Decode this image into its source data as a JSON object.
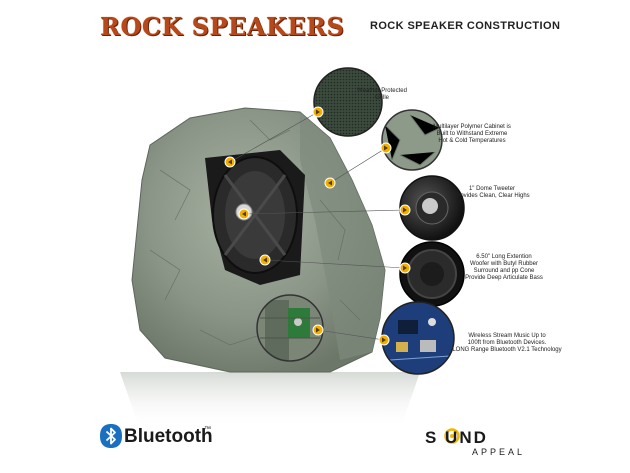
{
  "header": {
    "title": "ROCK SPEAKERS",
    "subtitle": "ROCK SPEAKER CONSTRUCTION"
  },
  "callouts": [
    {
      "id": "grille",
      "lines": [
        "Weather Protected",
        "Grille"
      ]
    },
    {
      "id": "cabinet",
      "lines": [
        "Multilayer Polymer Cabinet is",
        "Built to Withstand Extreme",
        "Hot & Cold Temperatures"
      ]
    },
    {
      "id": "tweeter",
      "lines": [
        "1\" Dome Tweeter",
        "Provides Clean, Clear Highs"
      ]
    },
    {
      "id": "woofer",
      "lines": [
        "6.50\" Long Extention",
        "Woofer with Butyl Rubber",
        "Surround and pp Cone",
        "Provide Deep Articulate Bass"
      ]
    },
    {
      "id": "bluetooth",
      "lines": [
        "Wireless Stream Music Up to",
        "100ft from Bluetooth Devices.",
        "LONG Range Bluetooth V2.1 Technology"
      ]
    }
  ],
  "footer": {
    "bluetooth_label": "Bluetooth",
    "bluetooth_tm": "™",
    "brand_main": "S  UND",
    "brand_sub": "APPEAL"
  },
  "colors": {
    "title": "#b5481c",
    "rock": "#8e9a8b",
    "marker": "#f0b000",
    "bluetooth_blue": "#1b6fc0"
  }
}
